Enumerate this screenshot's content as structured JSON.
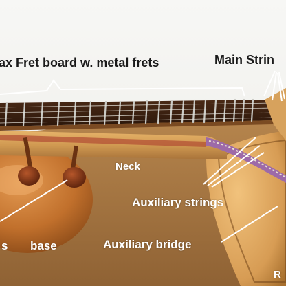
{
  "labels": {
    "fret_board": "ax Fret board w. metal frets",
    "main_strings": "Main Strin",
    "neck": "Neck",
    "auxiliary_strings": "Auxiliary strings",
    "auxiliary_bridge": "Auxiliary bridge",
    "base": "base",
    "left_fragment": "s",
    "bottom_right_fragment": "R"
  },
  "colors": {
    "wall": "#f4f4f2",
    "wood": "#d9a35a",
    "label_dark": "#1a1a1a",
    "label_white": "#ffffff"
  }
}
